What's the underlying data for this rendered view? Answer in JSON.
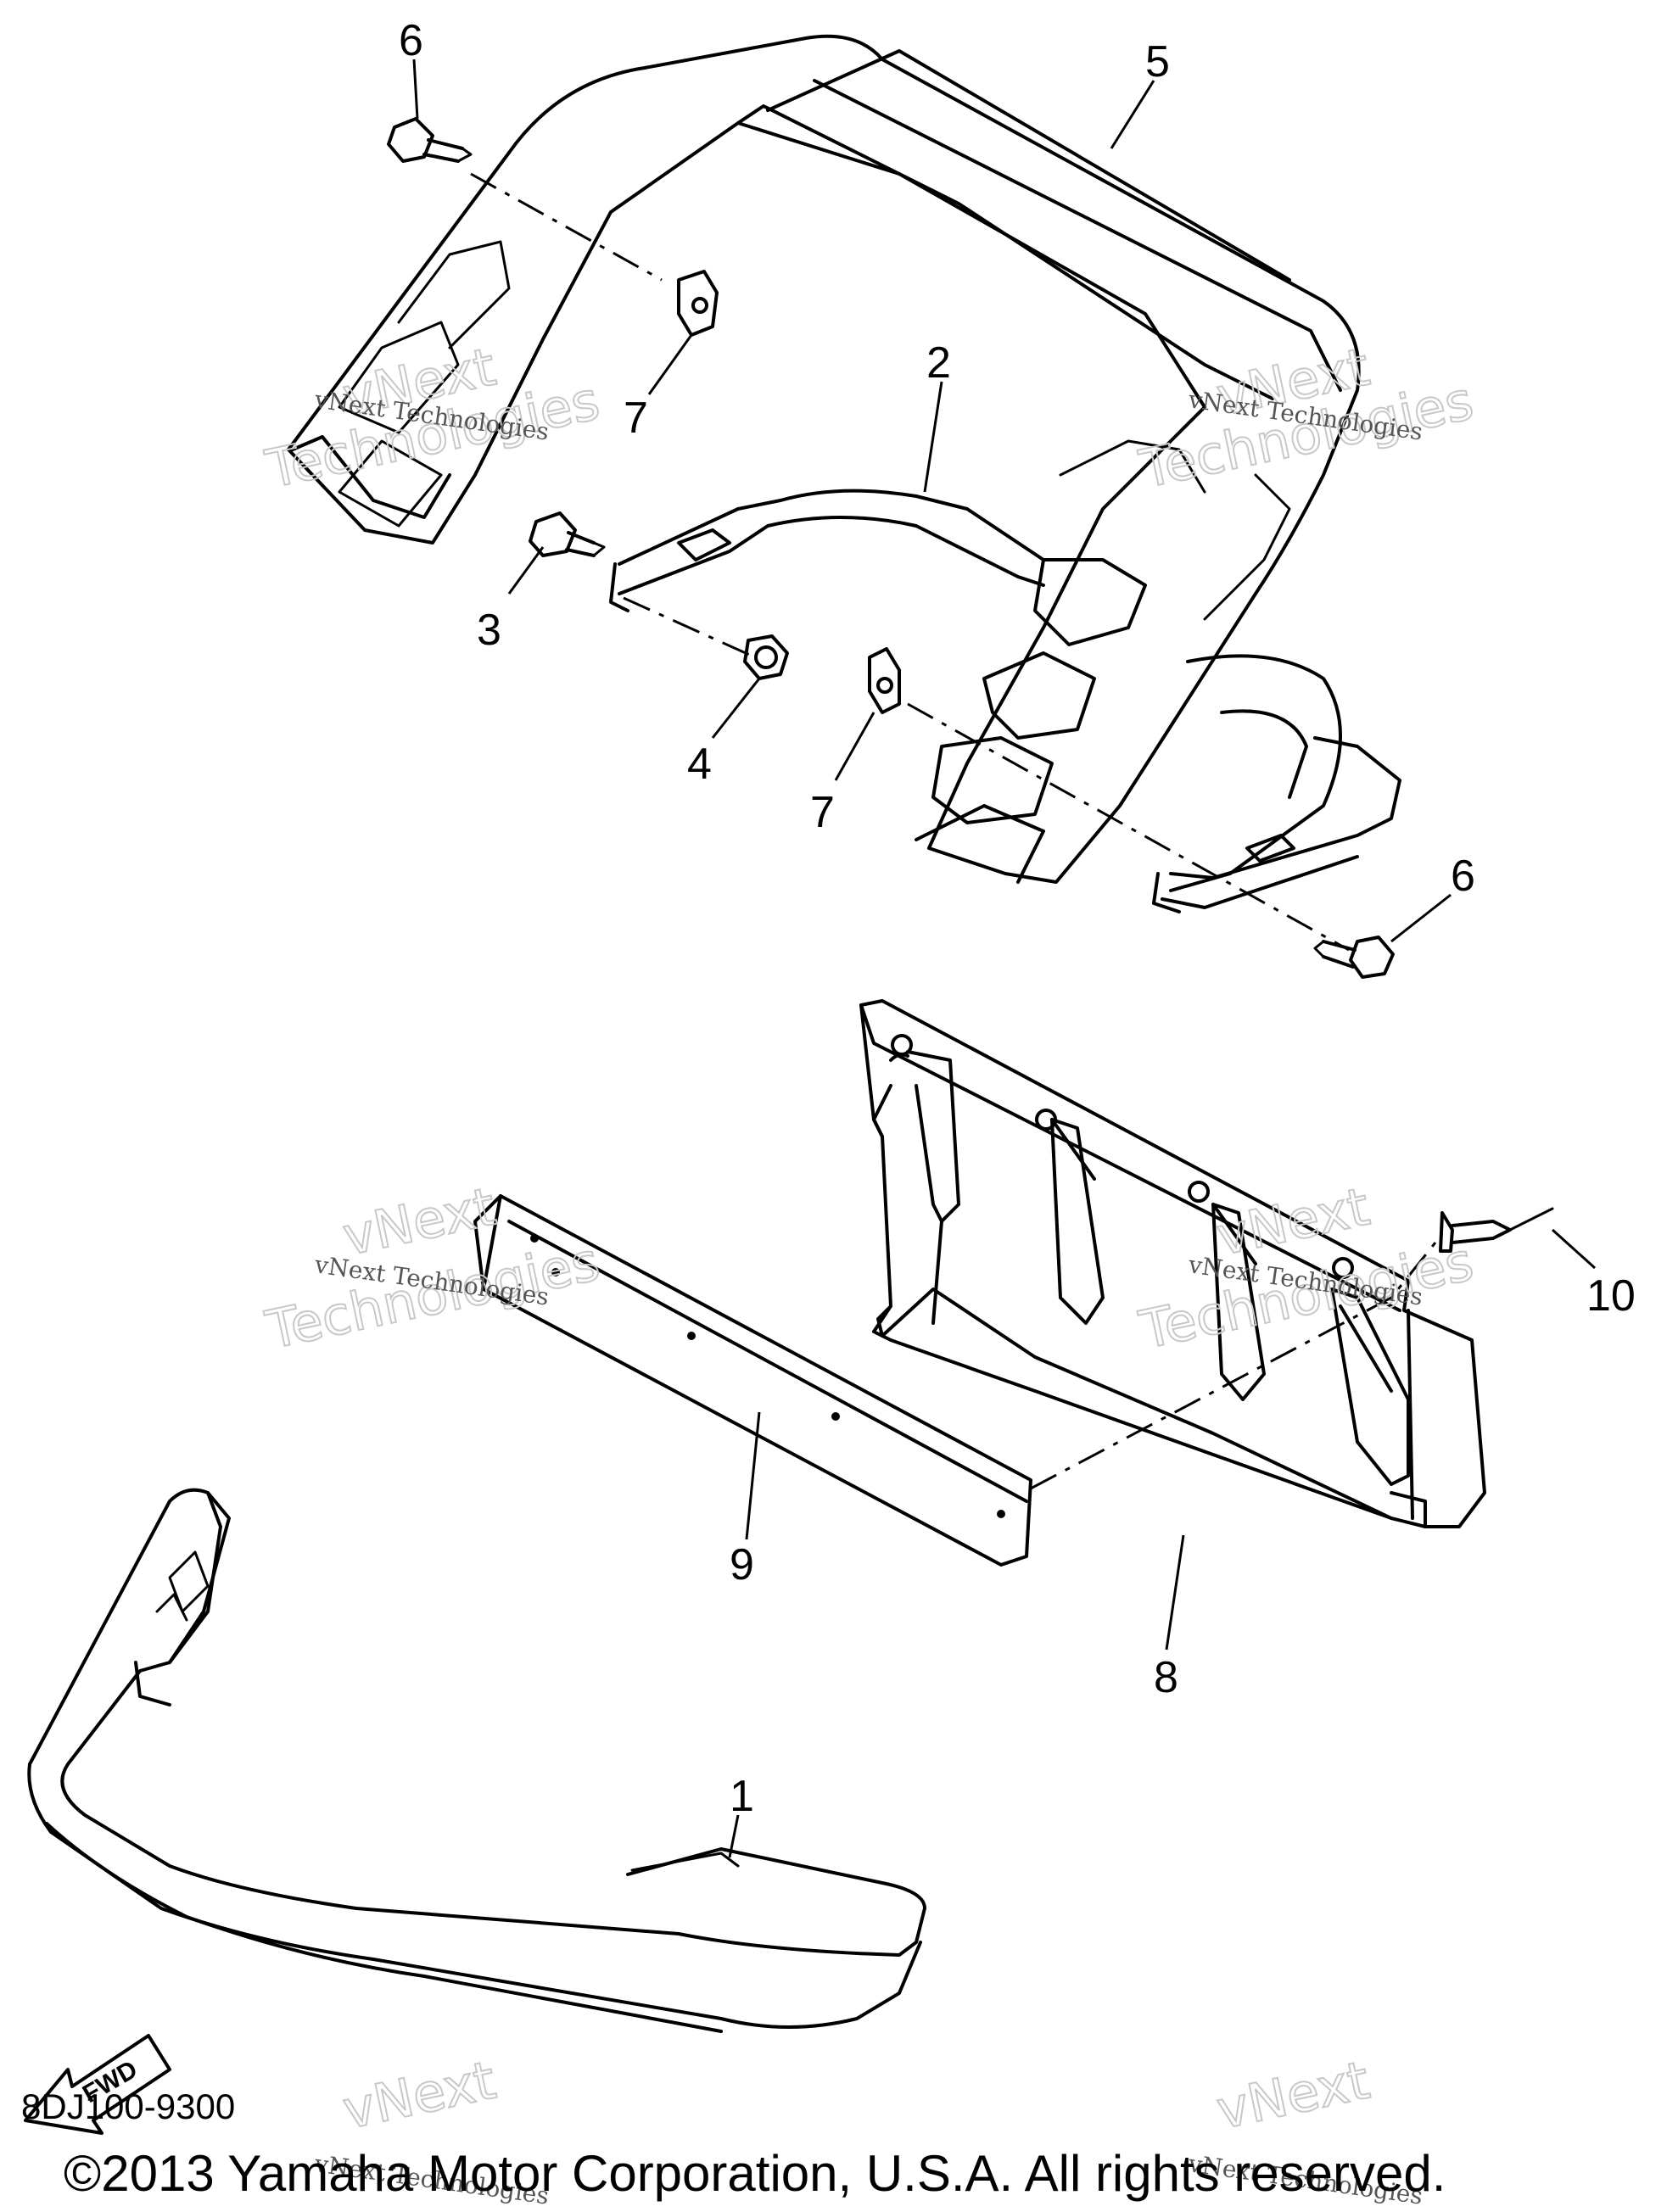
{
  "diagram_code": "8DJ100-9300",
  "copyright": "©2013 Yamaha Motor Corporation, U.S.A. All rights reserved.",
  "fwd_arrow_text": "FWD",
  "watermark": {
    "large_top": "vNext",
    "large_bottom": "Technologies",
    "small": "vNext Technologies"
  },
  "callouts": {
    "bumper_rear": "1",
    "bumper_front_rail": "2",
    "bolt_3": "3",
    "nut_4": "4",
    "grab_bar_5": "5",
    "bolt_6_top": "6",
    "bolt_6_right": "6",
    "clip_7_upper": "7",
    "clip_7_lower": "7",
    "flap_8": "8",
    "plate_9": "9",
    "rivet_10": "10"
  }
}
